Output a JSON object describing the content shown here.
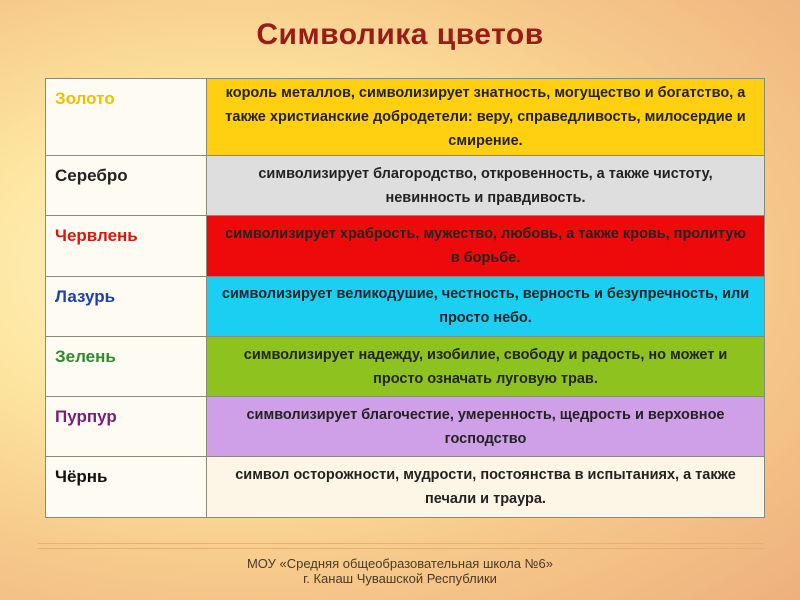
{
  "title": "Символика цветов",
  "rows": [
    {
      "name": "Золото",
      "name_color": "#f0c000",
      "bg": "#ffd012",
      "desc": "король металлов, символизирует знатность, могущество и богатство, а также христианские добродетели: веру, справедливость, милосердие и смирение."
    },
    {
      "name": "Серебро",
      "name_color": "#222222",
      "bg": "#dedede",
      "desc": "символизирует благородство, откровенность, а также чистоту, невинность и правдивость."
    },
    {
      "name": "Червлень",
      "name_color": "#d41a10",
      "bg": "#ee0a0a",
      "desc": "символизирует храбрость, мужество, любовь, а также кровь, пролитую в борьбе."
    },
    {
      "name": "Лазурь",
      "name_color": "#1d3fa8",
      "bg": "#1bcff2",
      "desc": "символизирует великодушие, честность, верность и безупречность, или просто небо."
    },
    {
      "name": "Зелень",
      "name_color": "#2e8b2e",
      "bg": "#8dc21f",
      "desc": "символизирует надежду, изобилие, свободу и радость, но может и просто означать луговую трав."
    },
    {
      "name": "Пурпур",
      "name_color": "#7a1d7a",
      "bg": "#cfa0e8",
      "desc": "символизирует благочестие, умеренность, щедрость и верховное господство"
    },
    {
      "name": "Чёрнь",
      "name_color": "#111111",
      "bg": "#fdf6e6",
      "desc": "символ осторожности, мудрости, постоянства в испытаниях, а также печали и траура."
    }
  ],
  "footer": {
    "line1": "МОУ «Средняя общеобразовательная школа №6»",
    "line2": "г. Канаш Чувашской Республики"
  },
  "colors": {
    "title": "#9a1c15",
    "rule": "#e7b06c"
  }
}
